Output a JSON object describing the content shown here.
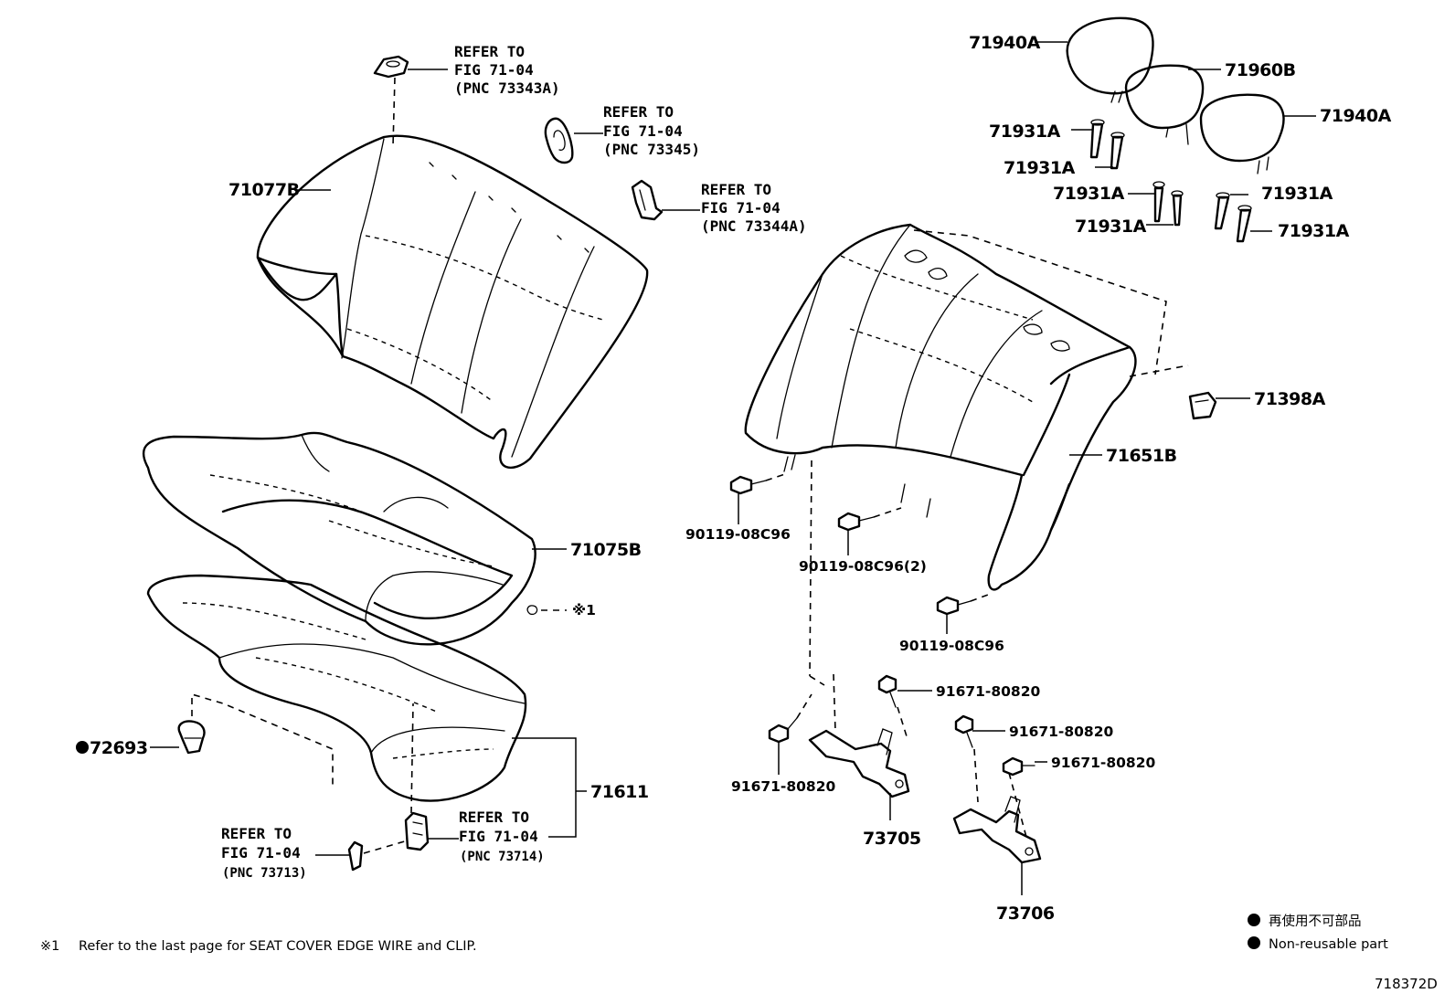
{
  "parts": {
    "p71940A_top": "71940A",
    "p71960B": "71960B",
    "p71940A_right": "71940A",
    "p71931A_1": "71931A",
    "p71931A_2": "71931A",
    "p71931A_3": "71931A",
    "p71931A_4": "71931A",
    "p71931A_5": "71931A",
    "p71931A_6": "71931A",
    "p71077B": "71077B",
    "p71075B": "71075B",
    "p71611": "71611",
    "p72693": "72693",
    "p71398A": "71398A",
    "p71651B": "71651B",
    "p90119_a": "90119-08C96",
    "p90119_b": "90119-08C96(2)",
    "p90119_c": "90119-08C96",
    "p91671_a": "91671-80820",
    "p91671_b": "91671-80820",
    "p91671_c": "91671-80820",
    "p91671_d": "91671-80820",
    "p73705": "73705",
    "p73706": "73706"
  },
  "refs": {
    "r73343A": {
      "l1": "REFER TO",
      "l2": "FIG 71-04",
      "l3": "(PNC 73343A)"
    },
    "r73345": {
      "l1": "REFER TO",
      "l2": "FIG 71-04",
      "l3": "(PNC 73345)"
    },
    "r73344A": {
      "l1": "REFER TO",
      "l2": "FIG 71-04",
      "l3": "(PNC 73344A)"
    },
    "r73714": {
      "l1": "REFER TO",
      "l2": "FIG 71-04",
      "l3": "(PNC 73714)"
    },
    "r73713": {
      "l1": "REFER TO",
      "l2": "FIG 71-04",
      "l3": "(PNC 73713)"
    }
  },
  "symbols": {
    "note_mark": "※1",
    "bullet": "●"
  },
  "footnote": "Refer to the last page for SEAT COVER EDGE WIRE and CLIP.",
  "legend": {
    "jp": "再使用不可部品",
    "en": "Non-reusable part"
  },
  "figure_id": "718372D"
}
